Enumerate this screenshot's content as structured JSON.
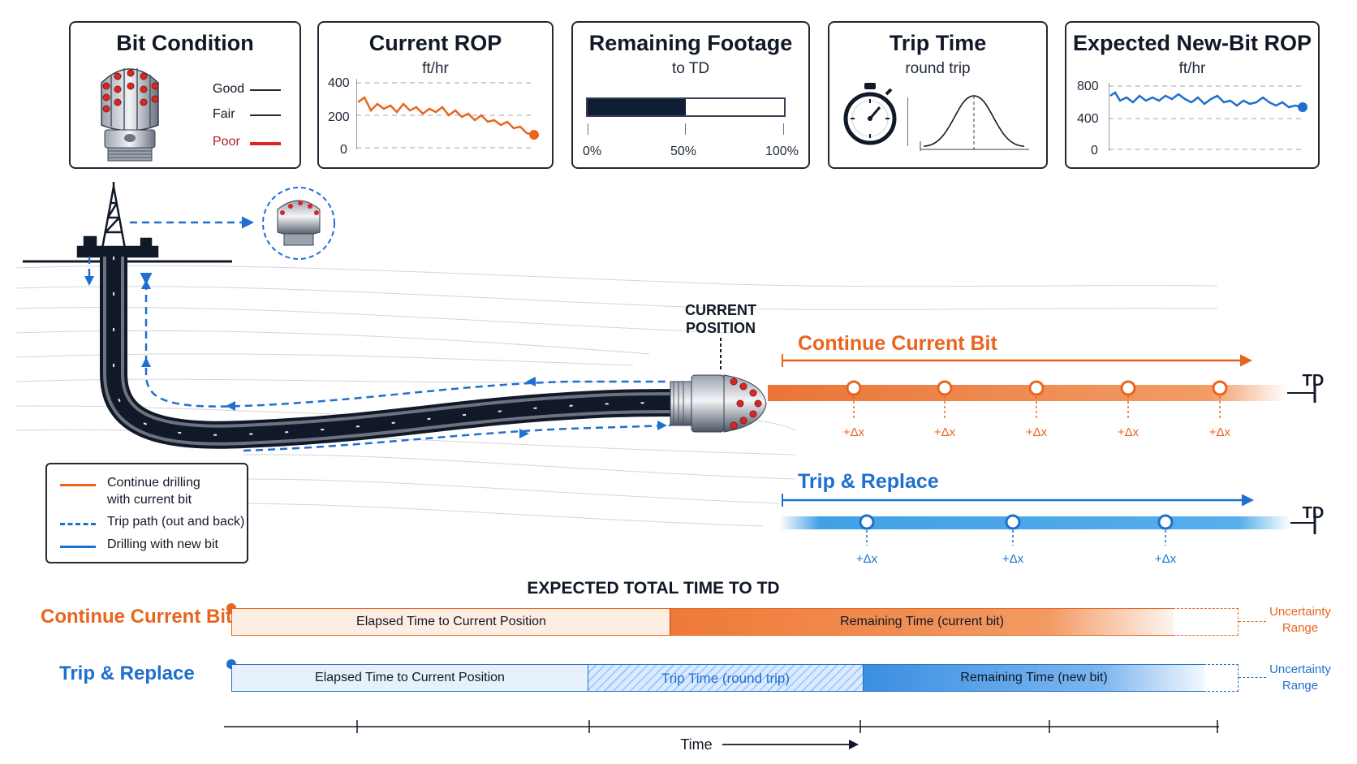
{
  "colors": {
    "orange": "#e8651f",
    "blue": "#1f6fcf",
    "dark": "#111827",
    "navy": "#0f1e33"
  },
  "cards": {
    "bit_condition": {
      "title": "Bit Condition",
      "legend": [
        "Good",
        "Fair",
        "Poor"
      ]
    },
    "current_rop": {
      "title": "Current ROP",
      "unit": "ft/hr",
      "ticks": [
        "400",
        "200",
        "0"
      ]
    },
    "remaining_footage": {
      "title": "Remaining Footage",
      "subtitle": "to TD",
      "progress": 0.5,
      "ticks": [
        "0%",
        "50%",
        "100%"
      ]
    },
    "trip_time": {
      "title": "Trip Time",
      "subtitle": "round trip"
    },
    "new_bit_rop": {
      "title": "Expected New-Bit ROP",
      "unit": "ft/hr",
      "ticks": [
        "800",
        "400",
        "0"
      ]
    }
  },
  "diagram": {
    "current_position": [
      "CURRENT",
      "POSITION"
    ],
    "continue_title": "Continue Current Bit",
    "trip_title": "Trip & Replace",
    "td_label": "TD",
    "delta_label": "+Δx"
  },
  "legend": {
    "continue": [
      "Continue drilling",
      "with current bit"
    ],
    "trip_path": "Trip path (out and back)",
    "new_bit": "Drilling with new bit"
  },
  "timeline": {
    "heading": "EXPECTED TOTAL TIME TO TD",
    "continue_label": "Continue Current Bit",
    "trip_label": "Trip & Replace",
    "elapsed": "Elapsed Time to Current Position",
    "remaining_current": "Remaining Time (current bit)",
    "trip_time": "Trip Time (round trip)",
    "remaining_new": "Remaining Time (new bit)",
    "uncertainty": [
      "Uncertainty",
      "Range"
    ],
    "axis_label": "Time"
  }
}
